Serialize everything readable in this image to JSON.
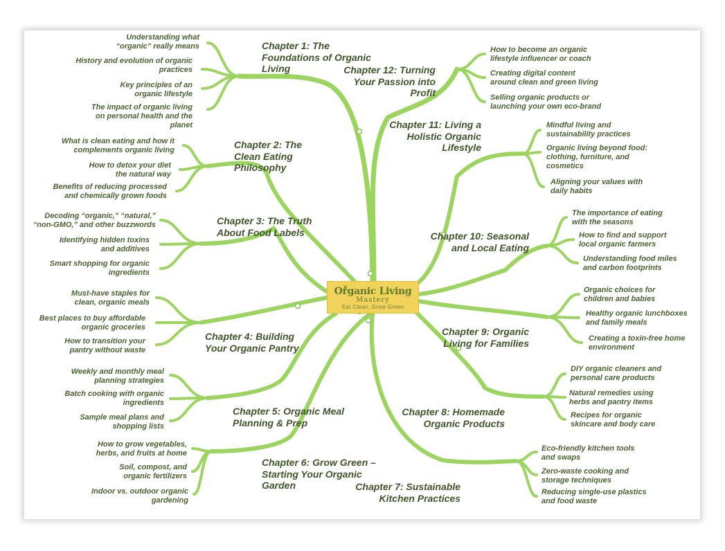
{
  "logo": {
    "brand_line1": "Organic Living",
    "brand_line2": "Mastery",
    "tagline": "Eat Clean, Grow Green",
    "colors": {
      "background": "#f1d35b",
      "text": "#5d7a2c"
    }
  },
  "colors": {
    "branch": "#9bd45f",
    "branch_dark": "#86c34a",
    "chapter_text": "#3f5428",
    "subtopic_text": "#4a6130"
  },
  "chapters": [
    {
      "title": [
        "Chapter 1: The",
        "Foundations of Organic",
        "Living"
      ],
      "subtopics": [
        [
          "Understanding what",
          "“organic” really means"
        ],
        [
          "History and evolution of organic",
          "practices"
        ],
        [
          "Key principles of an",
          "organic lifestyle"
        ],
        [
          "The impact of organic living",
          "on personal health and the",
          "planet"
        ]
      ]
    },
    {
      "title": [
        "Chapter 2: The",
        "Clean Eating",
        "Philosophy"
      ],
      "subtopics": [
        [
          "What is clean eating and how it",
          "complements organic living"
        ],
        [
          "How to detox your diet",
          "the natural way"
        ],
        [
          "Benefits of reducing processed",
          "and chemically grown foods"
        ]
      ]
    },
    {
      "title": [
        "Chapter 3: The Truth",
        "About Food Labels"
      ],
      "subtopics": [
        [
          "Decoding “organic,” “natural,”",
          "“non-GMO,” and other buzzwords"
        ],
        [
          "Identifying hidden toxins",
          "and additives"
        ],
        [
          "Smart shopping for organic",
          "ingredients"
        ]
      ]
    },
    {
      "title": [
        "Chapter 4: Building",
        "Your Organic Pantry"
      ],
      "subtopics": [
        [
          "Must-have staples for",
          "clean, organic meals"
        ],
        [
          "Best places to buy affordable",
          "organic groceries"
        ],
        [
          "How to transition your",
          "pantry without waste"
        ]
      ]
    },
    {
      "title": [
        "Chapter 5: Organic Meal",
        "Planning & Prep"
      ],
      "subtopics": [
        [
          "Weekly and monthly meal",
          "planning strategies"
        ],
        [
          "Batch cooking with organic",
          "ingredients"
        ],
        [
          "Sample meal plans and",
          "shopping lists"
        ]
      ]
    },
    {
      "title": [
        "Chapter 6: Grow Green –",
        "Starting Your Organic",
        "Garden"
      ],
      "subtopics": [
        [
          "How to grow vegetables,",
          "herbs, and fruits at home"
        ],
        [
          "Soil, compost, and",
          "organic fertilizers"
        ],
        [
          "Indoor vs. outdoor organic",
          "gardening"
        ]
      ]
    },
    {
      "title": [
        "Chapter 7: Sustainable",
        "Kitchen Practices"
      ],
      "subtopics": [
        [
          "Eco-friendly kitchen tools",
          "and swaps"
        ],
        [
          "Zero-waste cooking and",
          "storage techniques"
        ],
        [
          "Reducing single-use plastics",
          "and food waste"
        ]
      ]
    },
    {
      "title": [
        "Chapter 8: Homemade",
        "Organic Products"
      ],
      "subtopics": [
        [
          "DIY organic cleaners and",
          "personal care products"
        ],
        [
          "Natural remedies using",
          "herbs and pantry items"
        ],
        [
          "Recipes for organic",
          "skincare and body care"
        ]
      ]
    },
    {
      "title": [
        "Chapter 9: Organic",
        "Living for Families"
      ],
      "subtopics": [
        [
          "Organic choices for",
          "children and babies"
        ],
        [
          "Healthy organic lunchboxes",
          "and family meals"
        ],
        [
          "Creating a toxin-free home",
          "environment"
        ]
      ]
    },
    {
      "title": [
        "Chapter 10: Seasonal",
        "and Local Eating"
      ],
      "subtopics": [
        [
          "The importance of eating",
          "with the seasons"
        ],
        [
          "How to find and support",
          "local organic farmers"
        ],
        [
          "Understanding food miles",
          "and carbon footprints"
        ]
      ]
    },
    {
      "title": [
        "Chapter 11: Living a",
        "Holistic Organic",
        "Lifestyle"
      ],
      "subtopics": [
        [
          "Mindful living and",
          "sustainability practices"
        ],
        [
          "Organic living beyond food:",
          "clothing, furniture, and",
          "cosmetics"
        ],
        [
          "Aligning your values with",
          "daily habits"
        ]
      ]
    },
    {
      "title": [
        "Chapter 12: Turning",
        "Your Passion into",
        "Profit"
      ],
      "subtopics": [
        [
          "How to become an organic",
          "lifestyle influencer or coach"
        ],
        [
          "Creating digital content",
          "around clean and green living"
        ],
        [
          "Selling organic products or",
          "launching your own eco-brand"
        ]
      ]
    }
  ]
}
